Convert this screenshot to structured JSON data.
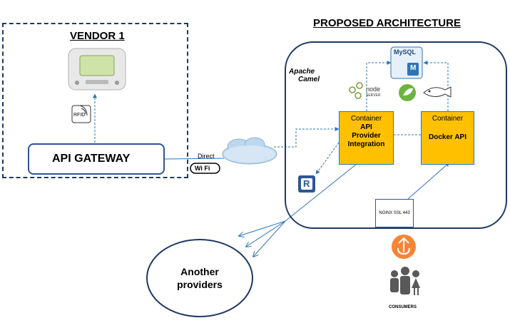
{
  "vendor": {
    "title": "VENDOR 1",
    "rfid_label": "RFID",
    "gateway_label": "API GATEWAY"
  },
  "link": {
    "direct_label": "Direct",
    "wifi_label": "Wi Fi"
  },
  "architecture": {
    "title": "PROPOSED ARCHITECTURE",
    "mysql_label": "MySQL",
    "mysql_badge": "M",
    "camel_label_1": "Apache",
    "camel_label_2": "Camel",
    "node_label": "node",
    "node_sub": "SERVER",
    "container1": {
      "line1": "Container",
      "line2": "API",
      "line3": "Provider",
      "line4": "Integration"
    },
    "container2": {
      "line1": "Container",
      "line2": "Docker API"
    },
    "redis_letter": "R",
    "nginx_label": "NGINX SSL 443"
  },
  "providers_line1": "Another",
  "providers_line2": "providers",
  "consumers_label": "CONSUMERS",
  "colors": {
    "border": "#1f3864",
    "container": "#ffc000",
    "arrow": "#2e75b6",
    "cloud": "#9dc3e6"
  }
}
